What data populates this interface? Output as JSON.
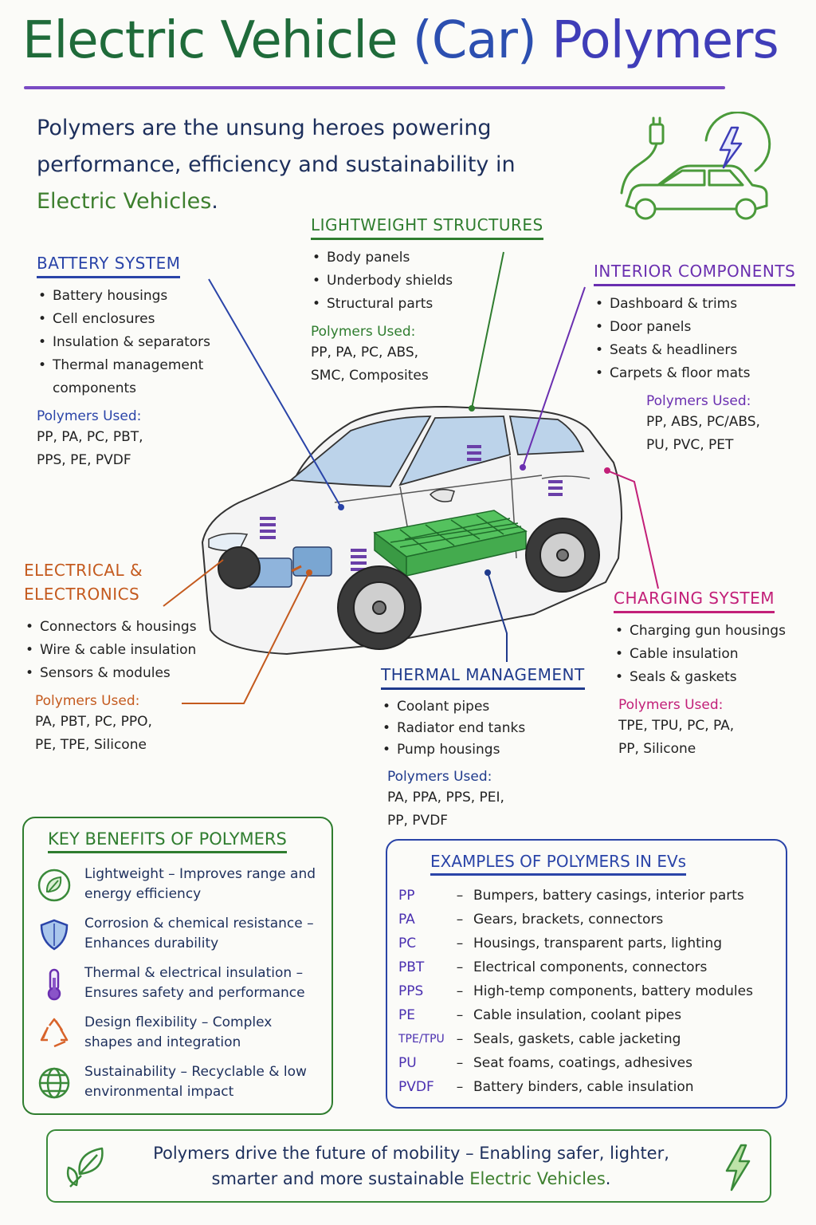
{
  "title": {
    "part1": "Electric Vehicle",
    "part2": "(Car)",
    "part3": "Polymers"
  },
  "intro": {
    "text": "Polymers are the unsung heroes powering performance, efficiency and sustainability in",
    "highlight": "Electric Vehicles",
    "end": "."
  },
  "sections": {
    "battery": {
      "title": "BATTERY SYSTEM",
      "items": [
        "Battery housings",
        "Cell enclosures",
        "Insulation & separators",
        "Thermal management components"
      ],
      "polymers_label": "Polymers Used:",
      "polymers": [
        "PP, PA, PC, PBT,",
        "PPS, PE, PVDF"
      ]
    },
    "lightweight": {
      "title": "LIGHTWEIGHT STRUCTURES",
      "items": [
        "Body panels",
        "Underbody shields",
        "Structural parts"
      ],
      "polymers_label": "Polymers Used:",
      "polymers": [
        "PP, PA, PC, ABS,",
        "SMC, Composites"
      ]
    },
    "interior": {
      "title": "INTERIOR COMPONENTS",
      "items": [
        "Dashboard & trims",
        "Door panels",
        "Seats & headliners",
        "Carpets & floor mats"
      ],
      "polymers_label": "Polymers Used:",
      "polymers": [
        "PP, ABS, PC/ABS,",
        "PU, PVC, PET"
      ]
    },
    "electrical": {
      "title": "ELECTRICAL & ELECTRONICS",
      "items": [
        "Connectors & housings",
        "Wire & cable insulation",
        "Sensors & modules"
      ],
      "polymers_label": "Polymers Used:",
      "polymers": [
        "PA, PBT, PC, PPO,",
        "PE, TPE, Silicone"
      ]
    },
    "thermal": {
      "title": "THERMAL MANAGEMENT",
      "items": [
        "Coolant pipes",
        "Radiator end tanks",
        "Pump housings"
      ],
      "polymers_label": "Polymers Used:",
      "polymers": [
        "PA, PPA, PPS, PEI,",
        "PP, PVDF"
      ]
    },
    "charging": {
      "title": "CHARGING SYSTEM",
      "items": [
        "Charging gun housings",
        "Cable insulation",
        "Seals & gaskets"
      ],
      "polymers_label": "Polymers Used:",
      "polymers": [
        "TPE, TPU, PC, PA,",
        "PP, Silicone"
      ]
    }
  },
  "benefits": {
    "title": "KEY BENEFITS OF POLYMERS",
    "items": [
      {
        "icon": "leaf-icon",
        "text": "Lightweight – Improves range and energy efficiency"
      },
      {
        "icon": "shield-icon",
        "text": "Corrosion & chemical resistance – Enhances durability"
      },
      {
        "icon": "thermometer-icon",
        "text": "Thermal & electrical insulation – Ensures safety and performance"
      },
      {
        "icon": "recycle-icon",
        "text": "Design flexibility – Complex shapes and integration"
      },
      {
        "icon": "globe-icon",
        "text": "Sustainability – Recyclable & low environmental impact"
      }
    ]
  },
  "examples": {
    "title": "EXAMPLES OF POLYMERS IN EVs",
    "dash": "–",
    "rows": [
      {
        "name": "PP",
        "use": "Bumpers, battery casings, interior parts"
      },
      {
        "name": "PA",
        "use": "Gears, brackets, connectors"
      },
      {
        "name": "PC",
        "use": "Housings, transparent parts, lighting"
      },
      {
        "name": "PBT",
        "use": "Electrical components, connectors"
      },
      {
        "name": "PPS",
        "use": "High-temp components, battery modules"
      },
      {
        "name": "PE",
        "use": "Cable insulation, coolant pipes"
      },
      {
        "name": "TPE/TPU",
        "use": "Seals, gaskets, cable jacketing"
      },
      {
        "name": "PU",
        "use": "Seat foams, coatings, adhesives"
      },
      {
        "name": "PVDF",
        "use": "Battery binders, cable insulation"
      }
    ]
  },
  "footer": {
    "text": "Polymers drive the future of mobility – Enabling safer, lighter, smarter and more sustainable",
    "highlight": "Electric Vehicles",
    "end": "."
  },
  "colors": {
    "green": "#2f7d2f",
    "blue": "#2a44a8",
    "purple": "#6a2fb0",
    "orange": "#c45a1e",
    "navy": "#1f3a8c",
    "magenta": "#c21f78",
    "battery_green": "#3fb34f"
  }
}
